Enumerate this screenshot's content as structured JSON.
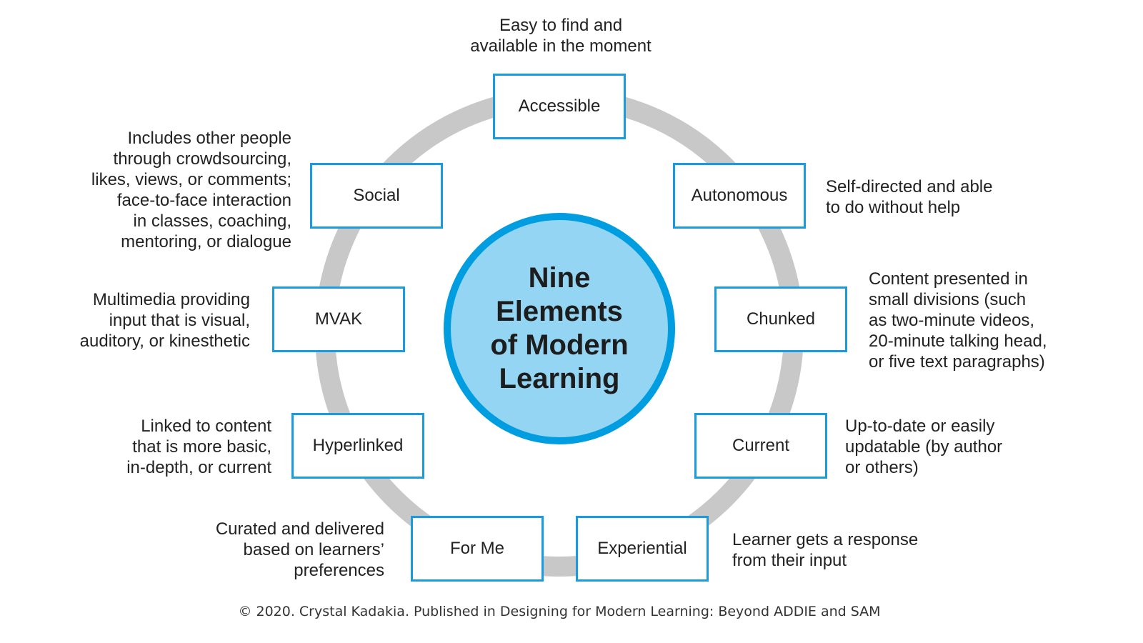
{
  "title": "Nine\nElements\nof Modern\nLearning",
  "colors": {
    "ring": "#c8c8c8",
    "circle_fill": "#93d5f3",
    "circle_stroke": "#009de0",
    "box_border": "#1a9be0"
  },
  "elements": [
    {
      "label": "Accessible",
      "description": "Easy to find and\navailable in the moment"
    },
    {
      "label": "Autonomous",
      "description": "Self-directed and able\nto do without help"
    },
    {
      "label": "Chunked",
      "description": "Content presented in\nsmall divisions (such\nas two-minute videos,\n20-minute talking head,\nor five text paragraphs)"
    },
    {
      "label": "Current",
      "description": "Up-to-date or easily\nupdatable (by author\nor others)"
    },
    {
      "label": "Experiential",
      "description": "Learner gets a response\nfrom their input"
    },
    {
      "label": "For Me",
      "description": "Curated and delivered\nbased on learners’\npreferences"
    },
    {
      "label": "Hyperlinked",
      "description": "Linked to content\nthat is more basic,\nin-depth, or current"
    },
    {
      "label": "MVAK",
      "description": "Multimedia providing\ninput that is visual,\nauditory, or kinesthetic"
    },
    {
      "label": "Social",
      "description": "Includes other people\nthrough crowdsourcing,\nlikes, views, or comments;\nface-to-face interaction\nin classes, coaching,\nmentoring, or dialogue"
    }
  ],
  "footer": "© 2020. Crystal Kadakia. Published in Designing for Modern Learning: Beyond ADDIE and SAM"
}
